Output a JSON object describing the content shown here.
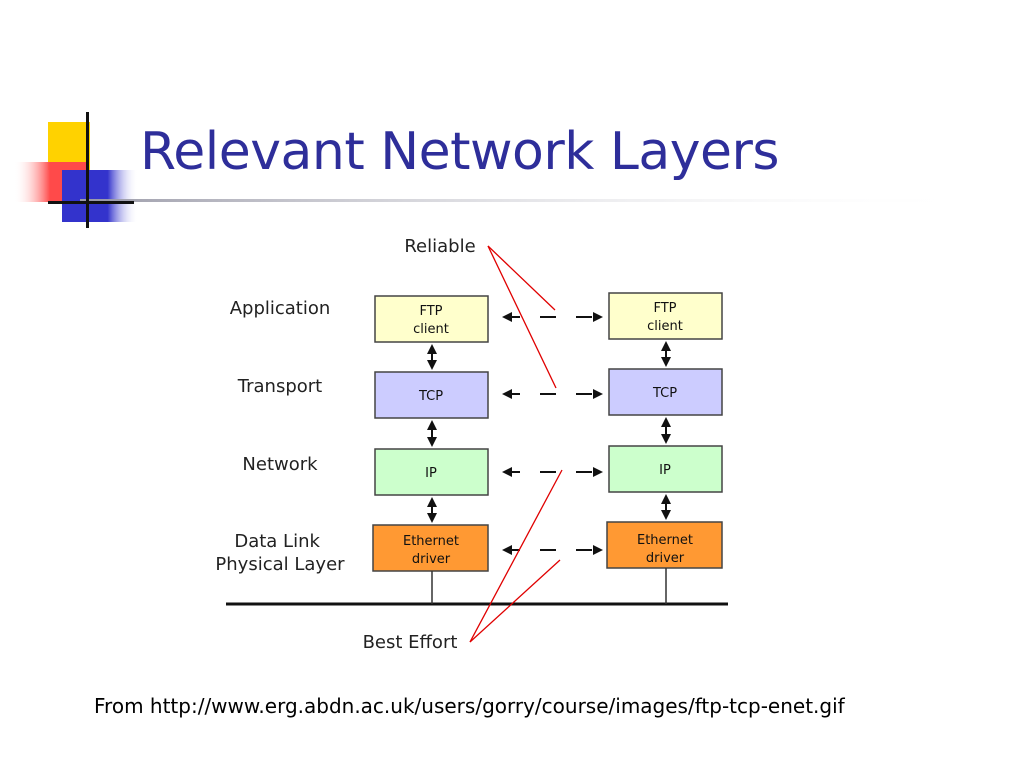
{
  "slide": {
    "title": "Relevant Network Layers",
    "caption": "From http://www.erg.abdn.ac.uk/users/gorry/course/images/ftp-tcp-enet.gif"
  },
  "diagram": {
    "labels": {
      "reliable": "Reliable",
      "best_effort": "Best Effort"
    },
    "layers": [
      {
        "name": "Application",
        "left_box": [
          "FTP",
          "client"
        ],
        "right_box": [
          "FTP",
          "client"
        ],
        "color": "#ffffcc"
      },
      {
        "name": "Transport",
        "left_box": [
          "TCP"
        ],
        "right_box": [
          "TCP"
        ],
        "color": "#ccccff"
      },
      {
        "name": "Network",
        "left_box": [
          "IP"
        ],
        "right_box": [
          "IP"
        ],
        "color": "#ccffcc"
      },
      {
        "name": "Data Link\nPhysical Layer",
        "left_box": [
          "Ethernet",
          "driver"
        ],
        "right_box": [
          "Ethernet",
          "driver"
        ],
        "color": "#ff9933"
      }
    ],
    "colors": {
      "title": "#2e2e9a",
      "annotation_line": "#e00000",
      "deco_yellow": "#ffd200",
      "deco_red": "#ff4a4a",
      "deco_blue": "#3333cc"
    }
  }
}
